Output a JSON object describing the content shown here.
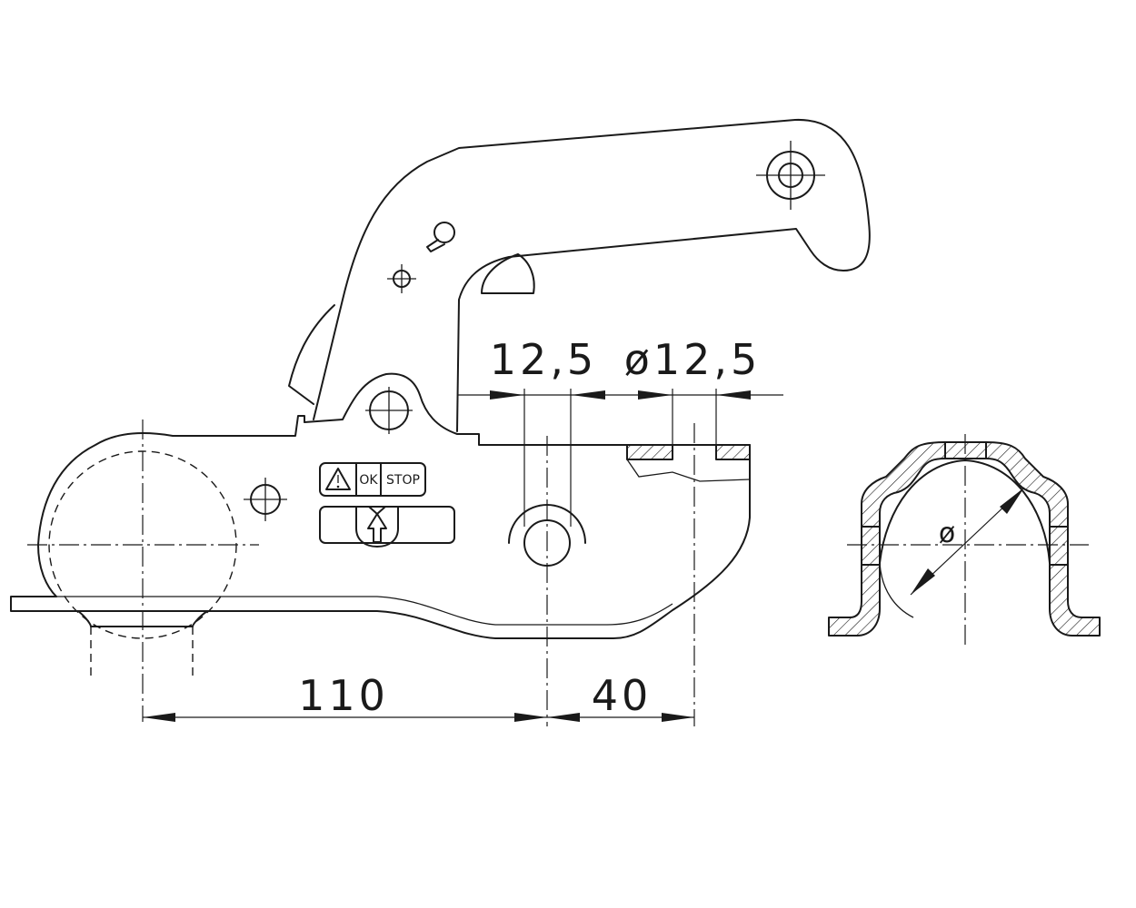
{
  "dimensions": {
    "hole_spacing": "12,5",
    "hole_diameter": "ø12,5",
    "ball_to_hole": "110",
    "hole_to_end": "40"
  },
  "indicator": {
    "ok_label": "OK",
    "stop_label": "STOP"
  },
  "section": {
    "diameter_symbol": "ø"
  }
}
